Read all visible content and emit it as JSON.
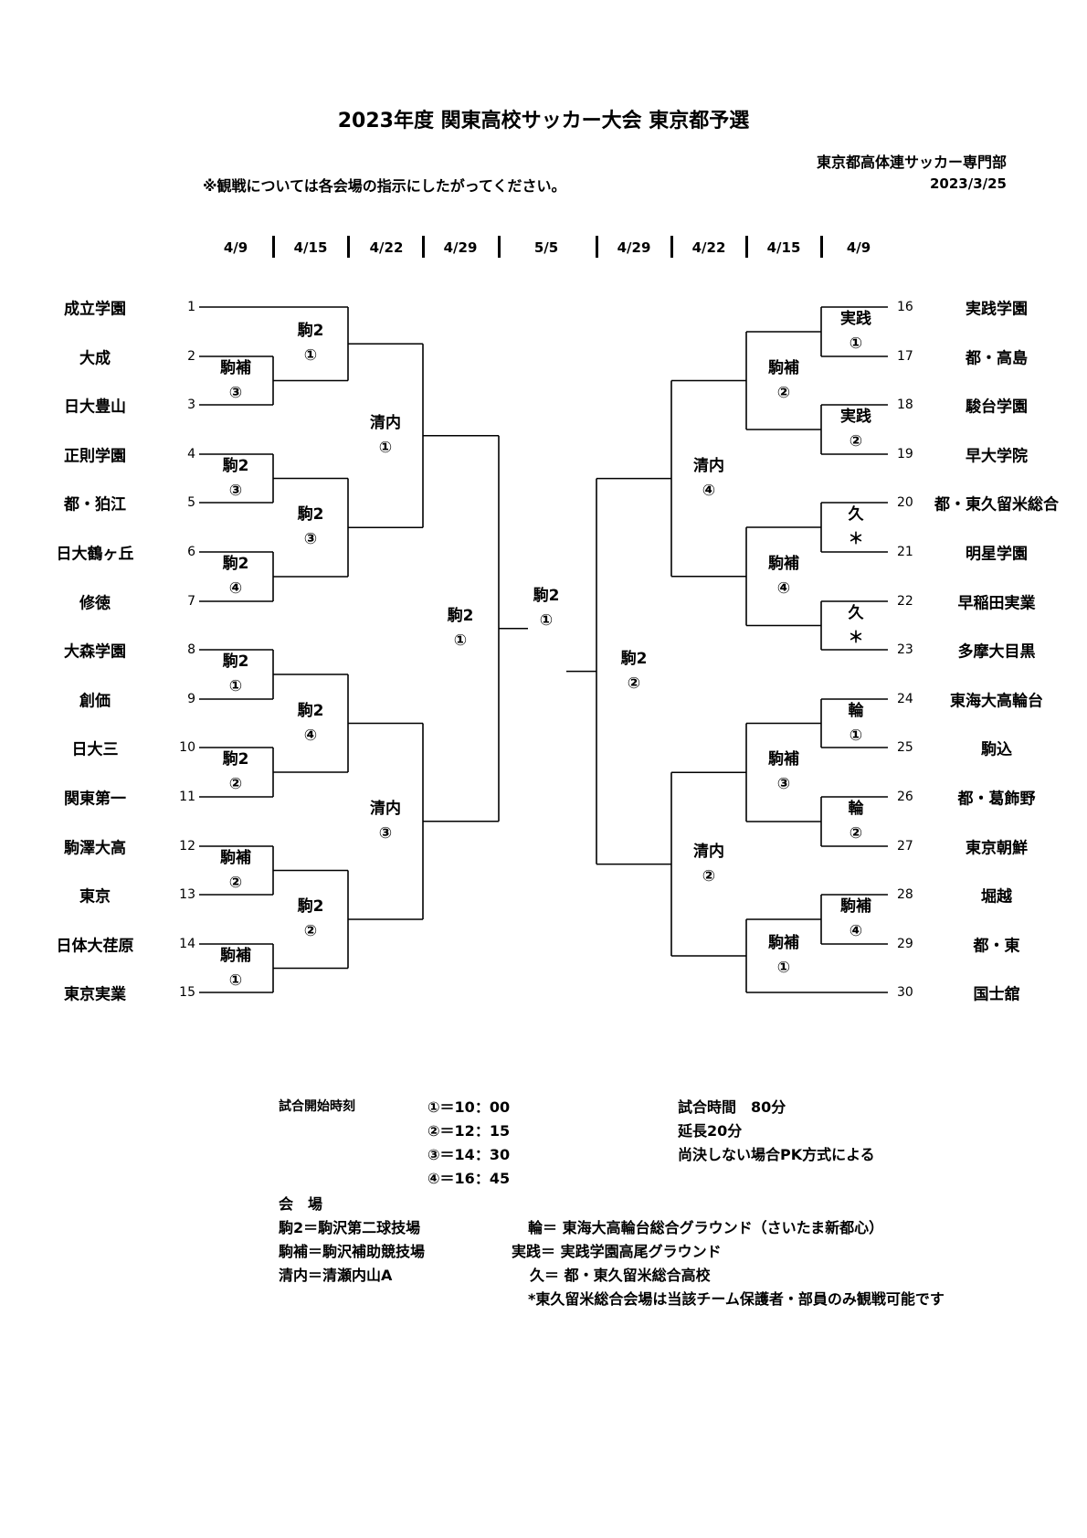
{
  "header": {
    "title": "2023年度 関東高校サッカー大会 東京都予選",
    "organizer": "東京都高体連サッカー専門部",
    "date": "2023/3/25",
    "note": "※観戦については各会場の指示にしたがってください。"
  },
  "dates": [
    "4/9",
    "4/15",
    "4/22",
    "4/29",
    "5/5",
    "4/29",
    "4/22",
    "4/15",
    "4/9"
  ],
  "left_teams": [
    {
      "no": "1",
      "name": "成立学園"
    },
    {
      "no": "2",
      "name": "大成"
    },
    {
      "no": "3",
      "name": "日大豊山"
    },
    {
      "no": "4",
      "name": "正則学園"
    },
    {
      "no": "5",
      "name": "都・狛江"
    },
    {
      "no": "6",
      "name": "日大鶴ヶ丘"
    },
    {
      "no": "7",
      "name": "修徳"
    },
    {
      "no": "8",
      "name": "大森学園"
    },
    {
      "no": "9",
      "name": "創価"
    },
    {
      "no": "10",
      "name": "日大三"
    },
    {
      "no": "11",
      "name": "関東第一"
    },
    {
      "no": "12",
      "name": "駒澤大高"
    },
    {
      "no": "13",
      "name": "東京"
    },
    {
      "no": "14",
      "name": "日体大荏原"
    },
    {
      "no": "15",
      "name": "東京実業"
    }
  ],
  "right_teams": [
    {
      "no": "16",
      "name": "実践学園"
    },
    {
      "no": "17",
      "name": "都・高島"
    },
    {
      "no": "18",
      "name": "駿台学園"
    },
    {
      "no": "19",
      "name": "早大学院"
    },
    {
      "no": "20",
      "name": "都・東久留米総合"
    },
    {
      "no": "21",
      "name": "明星学園"
    },
    {
      "no": "22",
      "name": "早稲田実業"
    },
    {
      "no": "23",
      "name": "多摩大目黒"
    },
    {
      "no": "24",
      "name": "東海大高輪台"
    },
    {
      "no": "25",
      "name": "駒込"
    },
    {
      "no": "26",
      "name": "都・葛飾野"
    },
    {
      "no": "27",
      "name": "東京朝鮮"
    },
    {
      "no": "28",
      "name": "堀越"
    },
    {
      "no": "29",
      "name": "都・東"
    },
    {
      "no": "30",
      "name": "国士舘"
    }
  ],
  "matches": [
    {
      "id": "L-r2-2-3",
      "venue": "駒補",
      "slot": "③"
    },
    {
      "id": "L-r2-4-5",
      "venue": "駒2",
      "slot": "③"
    },
    {
      "id": "L-r2-6-7",
      "venue": "駒2",
      "slot": "④"
    },
    {
      "id": "L-r2-8-9",
      "venue": "駒2",
      "slot": "①"
    },
    {
      "id": "L-r2-10-11",
      "venue": "駒2",
      "slot": "②"
    },
    {
      "id": "L-r2-12-13",
      "venue": "駒補",
      "slot": "②"
    },
    {
      "id": "L-r2-14-15",
      "venue": "駒補",
      "slot": "①"
    },
    {
      "id": "L-r3-a",
      "venue": "駒2",
      "slot": "①"
    },
    {
      "id": "L-r3-b",
      "venue": "駒2",
      "slot": "③"
    },
    {
      "id": "L-r3-c",
      "venue": "駒2",
      "slot": "④"
    },
    {
      "id": "L-r3-d",
      "venue": "駒2",
      "slot": "②"
    },
    {
      "id": "L-r4-a",
      "venue": "清内",
      "slot": "①"
    },
    {
      "id": "L-r4-b",
      "venue": "清内",
      "slot": "③"
    },
    {
      "id": "L-sf",
      "venue": "駒2",
      "slot": "①"
    },
    {
      "id": "final",
      "venue": "駒2",
      "slot": "①"
    },
    {
      "id": "R-sf",
      "venue": "駒2",
      "slot": "②"
    },
    {
      "id": "R-r4-a",
      "venue": "清内",
      "slot": "④"
    },
    {
      "id": "R-r4-b",
      "venue": "清内",
      "slot": "②"
    },
    {
      "id": "R-r3-a",
      "venue": "駒補",
      "slot": "②"
    },
    {
      "id": "R-r3-b",
      "venue": "駒補",
      "slot": "④"
    },
    {
      "id": "R-r3-c",
      "venue": "駒補",
      "slot": "③"
    },
    {
      "id": "R-r3-d",
      "venue": "駒補",
      "slot": "①"
    },
    {
      "id": "R-r2-16-17",
      "venue": "実践",
      "slot": "①"
    },
    {
      "id": "R-r2-18-19",
      "venue": "実践",
      "slot": "②"
    },
    {
      "id": "R-r2-20-21",
      "venue": "久",
      "slot": "＊"
    },
    {
      "id": "R-r2-22-23",
      "venue": "久",
      "slot": "＊"
    },
    {
      "id": "R-r2-24-25",
      "venue": "輪",
      "slot": "①"
    },
    {
      "id": "R-r2-26-27",
      "venue": "輪",
      "slot": "②"
    },
    {
      "id": "R-r2-28-29",
      "venue": "駒補",
      "slot": "④"
    }
  ],
  "footer": {
    "start_label": "試合開始時刻",
    "times": [
      "①＝10：00",
      "②＝12：15",
      "③＝14：30",
      "④＝16：45"
    ],
    "rules": [
      "試合時間　80分",
      "延長20分",
      "尚決しない場合PK方式による"
    ],
    "venue_label": "会　場",
    "venues_left": [
      "駒2＝駒沢第二球技場",
      "駒補＝駒沢補助競技場",
      "清内＝清瀬内山A"
    ],
    "venues_right": [
      "輪＝ 東海大高輪台総合グラウンド（さいたま新都心）",
      "実践＝ 実践学園高尾グラウンド",
      "久＝ 都・東久留米総合高校",
      "*東久留米総合会場は当該チーム保護者・部員のみ観戦可能です"
    ]
  }
}
